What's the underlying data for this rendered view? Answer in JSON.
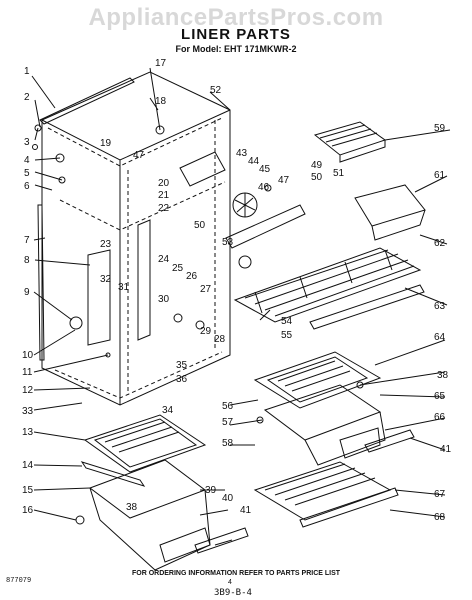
{
  "watermark": "AppliancePartsPros.com",
  "title": "LINER PARTS",
  "model_line": "For Model: EHT 171MKWR-2",
  "footer": "FOR ORDERING INFORMATION REFER TO PARTS PRICE LIST",
  "doc_number": "877079",
  "page_number": "4",
  "page_code": "3B9-B-4",
  "callouts": [
    "1",
    "2",
    "3",
    "4",
    "5",
    "6",
    "7",
    "8",
    "9",
    "10",
    "11",
    "12",
    "13",
    "14",
    "15",
    "16",
    "17",
    "18",
    "19",
    "20",
    "21",
    "22",
    "23",
    "24",
    "25",
    "26",
    "27",
    "28",
    "29",
    "30",
    "31",
    "32",
    "33",
    "34",
    "35",
    "36",
    "38",
    "39",
    "40",
    "41",
    "43",
    "44",
    "45",
    "46",
    "47",
    "49",
    "50",
    "51",
    "52",
    "53",
    "54",
    "55",
    "56",
    "57",
    "58",
    "59",
    "61",
    "62",
    "63",
    "64",
    "65",
    "66",
    "67",
    "68"
  ]
}
